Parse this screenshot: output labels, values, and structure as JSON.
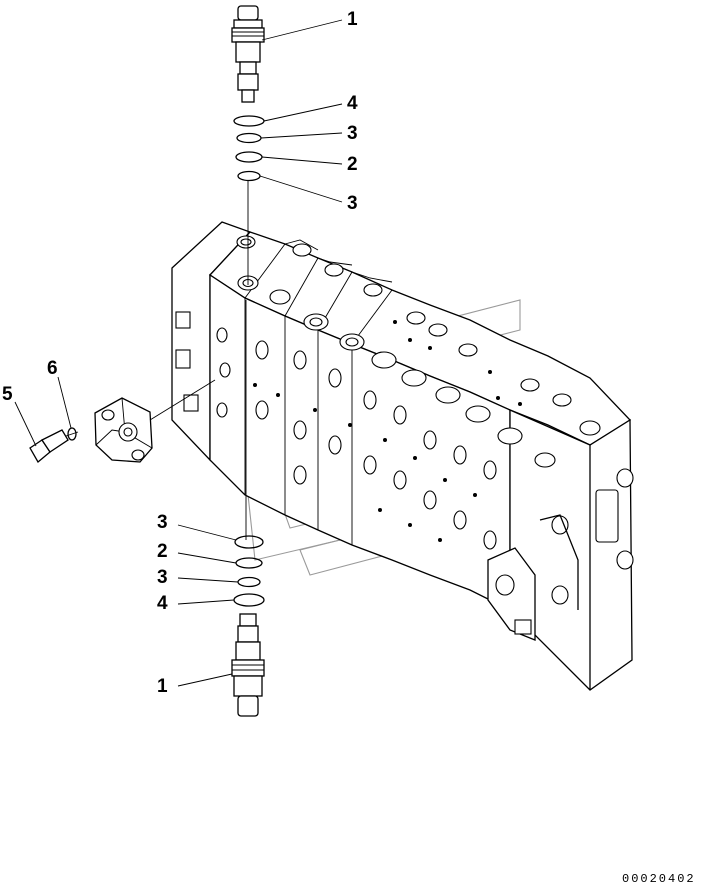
{
  "diagram": {
    "callouts": {
      "top_valve": "1",
      "top_oring_large": "4",
      "top_ring_a": "3",
      "top_backup": "2",
      "top_ring_b": "3",
      "bottom_ring_a": "3",
      "bottom_backup": "2",
      "bottom_ring_b": "3",
      "bottom_oring_large": "4",
      "bottom_valve": "1",
      "bolt": "5",
      "washer": "6"
    },
    "drawing_number": "00020402"
  }
}
